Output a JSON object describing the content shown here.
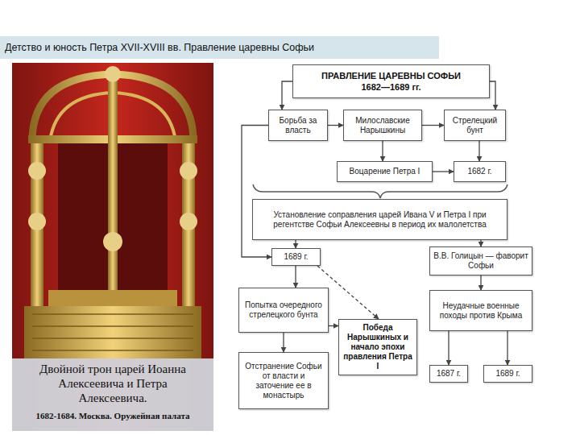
{
  "diagram": {
    "title": "Детство и юность Петра XVII-XVIII вв. Правление царевны Софьи",
    "caption": "Двойной трон царей Иоанна Алексеевича и Петра Алексеевича.",
    "nodes": [
      {
        "text": [
          "ПРАВЛЕНИЕ ЦАРЕВНЫ СОФЬИ",
          "1682—1689 гг."
        ]
      },
      {
        "text": [
          "Борьба за власть"
        ]
      },
      {
        "text": [
          "Милославские Нарышкины"
        ]
      },
      {
        "text": [
          "Стрелецкий бунт"
        ]
      },
      {
        "text": [
          "Воцарение Петра I"
        ]
      },
      {
        "text": [
          "1682 г."
        ]
      },
      {
        "text": [
          "Установление соправления царей Ивана V и Петра I при регентстве Софьи Алексеевны в период их малолетства"
        ]
      },
      {
        "text": [
          "1689 г."
        ]
      },
      {
        "text": [
          "В.В. Голицын — фаворит Софьи"
        ]
      },
      {
        "text": [
          "Попытка очередного стрелецкого бунта"
        ]
      },
      {
        "text": [
          "Победа Нарышкиных и начало эпохи правления Петра I"
        ]
      },
      {
        "text": [
          "Неудачные военные походы против Крыма"
        ]
      },
      {
        "text": [
          "Отстранение Софьи от власти и заточение ее в монастырь"
        ]
      },
      {
        "text": [
          "1687 г."
        ]
      },
      {
        "text": [
          "1689 г."
        ]
      }
    ],
    "edges": [
      {
        "from": 0,
        "to": 1,
        "arrow": "to"
      },
      {
        "from": 0,
        "to": 3,
        "arrow": "to"
      },
      {
        "from": 1,
        "to": 2,
        "arrow": "to"
      },
      {
        "from": 2,
        "to": 3,
        "arrow": "to"
      },
      {
        "from": 2,
        "to": 4,
        "arrow": "to"
      },
      {
        "from": 3,
        "to": 5,
        "arrow": "to"
      },
      {
        "from": 4,
        "to": 5,
        "arrow": "to"
      },
      {
        "from": 6,
        "to": 7,
        "arrow": "to"
      },
      {
        "from": 6,
        "to": 8,
        "arrow": "to"
      },
      {
        "from": 7,
        "to": 9,
        "arrow": "to"
      },
      {
        "from": 7,
        "to": 10,
        "arrow": "to"
      },
      {
        "from": 9,
        "to": 12,
        "arrow": "to"
      },
      {
        "from": 8,
        "to": 11,
        "arrow": "to"
      },
      {
        "from": 11,
        "to": 13,
        "arrow": "to"
      },
      {
        "from": 11,
        "to": 14,
        "arrow": "to"
      },
      {
        "from": 1,
        "to": 7,
        "arrow": "to"
      },
      {
        "from": 9,
        "to": 10,
        "arrow": "to"
      }
    ],
    "labels": [
      "1682-1684. Москва. Оружейная палата"
    ]
  }
}
